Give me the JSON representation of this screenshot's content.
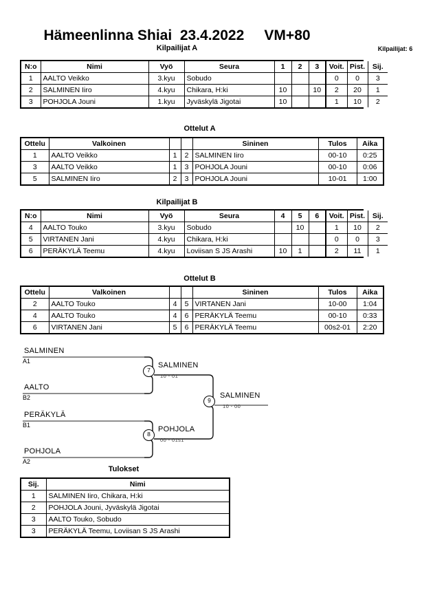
{
  "header": {
    "title": "Hämeenlinna Shiai  23.4.2022     VM+80",
    "entrants_label": "Kilpailijat: 6"
  },
  "pools": [
    {
      "caption": "Kilpailijat A",
      "columns": [
        "N:o",
        "Nimi",
        "Vyö",
        "Seura",
        "1",
        "2",
        "3",
        "Voit.",
        "Pist.",
        "Sij."
      ],
      "rows": [
        {
          "no": "1",
          "name": "AALTO Veikko",
          "belt": "3.kyu",
          "club": "Sobudo",
          "m1": "",
          "m2": "",
          "m3": "",
          "wins": "0",
          "points": "0",
          "rank": "3"
        },
        {
          "no": "2",
          "name": "SALMINEN Iiro",
          "belt": "4.kyu",
          "club": "Chikara, H:ki",
          "m1": "10",
          "m2": "",
          "m3": "10",
          "wins": "2",
          "points": "20",
          "rank": "1"
        },
        {
          "no": "3",
          "name": "POHJOLA Jouni",
          "belt": "1.kyu",
          "club": "Jyväskylä Jigotai",
          "m1": "10",
          "m2": "",
          "m3": "",
          "wins": "1",
          "points": "10",
          "rank": "2"
        }
      ]
    },
    {
      "caption": "Kilpailijat B",
      "columns": [
        "N:o",
        "Nimi",
        "Vyö",
        "Seura",
        "4",
        "5",
        "6",
        "Voit.",
        "Pist.",
        "Sij."
      ],
      "rows": [
        {
          "no": "4",
          "name": "AALTO Touko",
          "belt": "3.kyu",
          "club": "Sobudo",
          "m1": "",
          "m2": "10",
          "m3": "",
          "wins": "1",
          "points": "10",
          "rank": "2"
        },
        {
          "no": "5",
          "name": "VIRTANEN Jani",
          "belt": "4.kyu",
          "club": "Chikara, H:ki",
          "m1": "",
          "m2": "",
          "m3": "",
          "wins": "0",
          "points": "0",
          "rank": "3"
        },
        {
          "no": "6",
          "name": "PERÄKYLÄ Teemu",
          "belt": "4.kyu",
          "club": "Loviisan S JS Arashi",
          "m1": "10",
          "m2": "1",
          "m3": "",
          "wins": "2",
          "points": "11",
          "rank": "1"
        }
      ]
    }
  ],
  "matches": [
    {
      "caption": "Ottelut A",
      "columns": [
        "Ottelu",
        "Valkoinen",
        "",
        "",
        "Sininen",
        "Tulos",
        "Aika"
      ],
      "rows": [
        {
          "no": "1",
          "white": "AALTO Veikko",
          "wn": "1",
          "bn": "2",
          "blue": "SALMINEN Iiro",
          "result": "00-10",
          "time": "0:25"
        },
        {
          "no": "3",
          "white": "AALTO Veikko",
          "wn": "1",
          "bn": "3",
          "blue": "POHJOLA Jouni",
          "result": "00-10",
          "time": "0:06"
        },
        {
          "no": "5",
          "white": "SALMINEN Iiro",
          "wn": "2",
          "bn": "3",
          "blue": "POHJOLA Jouni",
          "result": "10-01",
          "time": "1:00"
        }
      ]
    },
    {
      "caption": "Ottelut B",
      "columns": [
        "Ottelu",
        "Valkoinen",
        "",
        "",
        "Sininen",
        "Tulos",
        "Aika"
      ],
      "rows": [
        {
          "no": "2",
          "white": "AALTO Touko",
          "wn": "4",
          "bn": "5",
          "blue": "VIRTANEN Jani",
          "result": "10-00",
          "time": "1:04"
        },
        {
          "no": "4",
          "white": "AALTO Touko",
          "wn": "4",
          "bn": "6",
          "blue": "PERÄKYLÄ Teemu",
          "result": "00-10",
          "time": "0:33"
        },
        {
          "no": "6",
          "white": "VIRTANEN Jani",
          "wn": "5",
          "bn": "6",
          "blue": "PERÄKYLÄ Teemu",
          "result": "00s2-01",
          "time": "2:20"
        }
      ]
    }
  ],
  "bracket": {
    "entries": [
      {
        "name": "SALMINEN",
        "seed": "A1"
      },
      {
        "name": "AALTO",
        "seed": "B2"
      },
      {
        "name": "PERÄKYLÄ",
        "seed": "B1"
      },
      {
        "name": "POHJOLA",
        "seed": "A2"
      }
    ],
    "nodes": [
      {
        "num": "7",
        "winner": "SALMINEN",
        "score": "10 - 01"
      },
      {
        "num": "8",
        "winner": "POHJOLA",
        "score": "00 - 01s1"
      },
      {
        "num": "9",
        "winner": "SALMINEN",
        "score": "10 - 00"
      }
    ]
  },
  "results": {
    "caption": "Tulokset",
    "columns": [
      "Sij.",
      "Nimi"
    ],
    "rows": [
      {
        "rank": "1",
        "name": "SALMINEN Iiro, Chikara, H:ki"
      },
      {
        "rank": "2",
        "name": "POHJOLA Jouni, Jyväskylä Jigotai"
      },
      {
        "rank": "3",
        "name": "AALTO Touko, Sobudo"
      },
      {
        "rank": "3",
        "name": "PERÄKYLÄ Teemu, Loviisan S JS Arashi"
      }
    ]
  }
}
